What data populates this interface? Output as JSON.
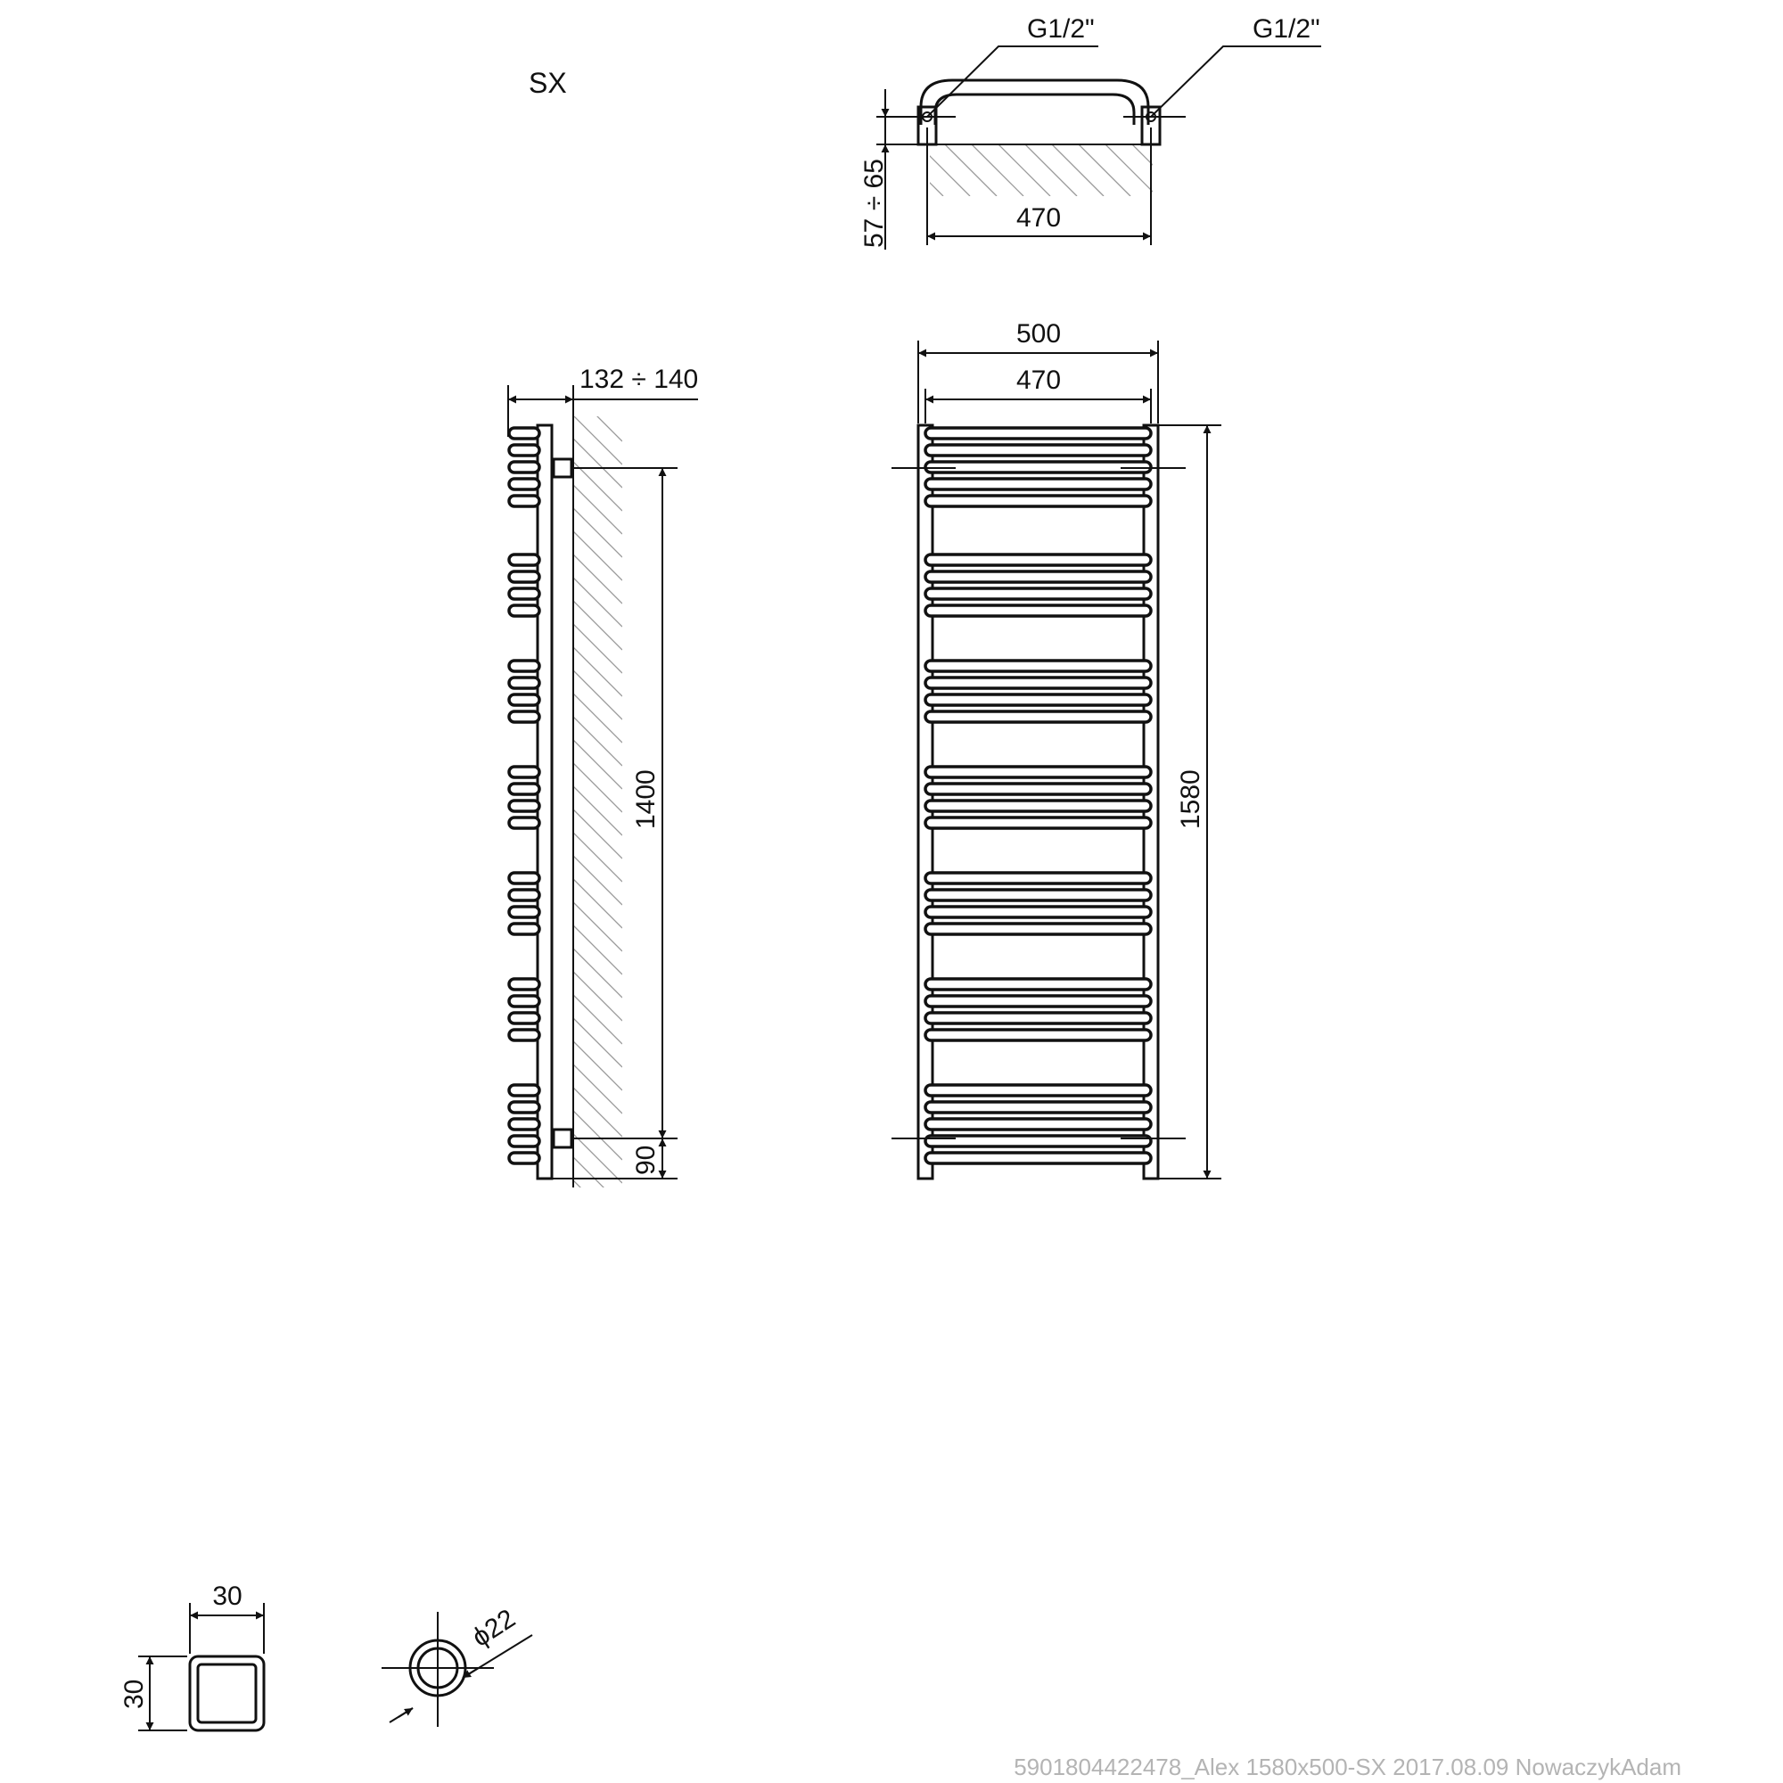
{
  "variant_label": "SX",
  "top_view": {
    "connection_left": "G1/2\"",
    "connection_right": "G1/2\"",
    "wall_distance": "57 ÷ 65",
    "axis_spacing": "470"
  },
  "side_view": {
    "depth": "132 ÷ 140",
    "bracket_spacing": "1400",
    "bottom_offset": "90"
  },
  "front_view": {
    "overall_width": "500",
    "axis_spacing": "470",
    "overall_height": "1580"
  },
  "sections": {
    "square_width": "30",
    "square_height": "30",
    "round_diameter": "ϕ22"
  },
  "footer_text": "5901804422478_Alex 1580x500-SX 2017.08.09 NowaczykAdam",
  "bar_groups": [
    {
      "bars": 5
    },
    {
      "bars": 4
    },
    {
      "bars": 4
    },
    {
      "bars": 4
    },
    {
      "bars": 4
    },
    {
      "bars": 4
    },
    {
      "bars": 5
    }
  ]
}
